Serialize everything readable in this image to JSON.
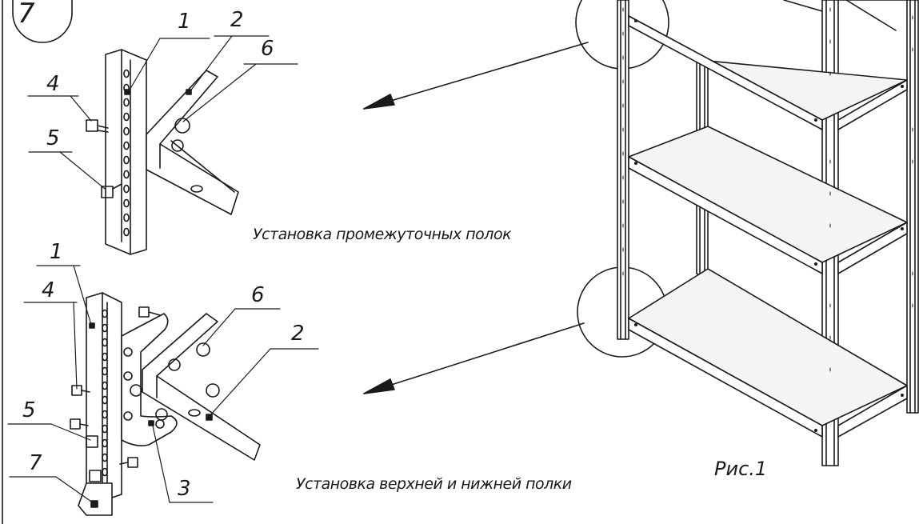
{
  "badge": "7",
  "figure_label": "Рис.1",
  "captions": {
    "intermediate_shelves": "Установка промежуточных полок",
    "top_bottom_shelves": "Установка верхней и нижней полки"
  },
  "upper_detail": {
    "callouts": [
      "1",
      "2",
      "6",
      "4",
      "5"
    ]
  },
  "lower_detail": {
    "callouts": [
      "1",
      "4",
      "6",
      "2",
      "5",
      "7",
      "3"
    ]
  },
  "colors": {
    "line": "#1a1a1a",
    "panel": "#f4f4f4",
    "hole": "#d0d0d0"
  }
}
